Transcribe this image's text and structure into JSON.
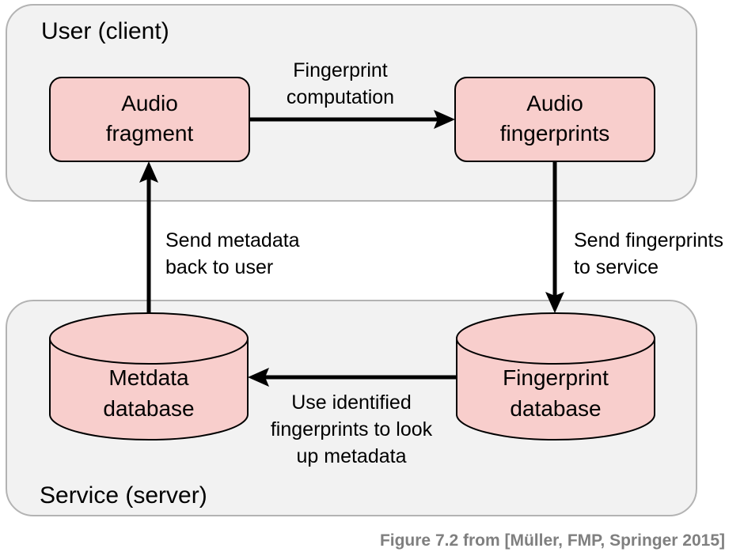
{
  "containers": {
    "client": {
      "label": "User (client)"
    },
    "server": {
      "label": "Service (server)"
    }
  },
  "nodes": {
    "audio_fragment": {
      "line1": "Audio",
      "line2": "fragment"
    },
    "audio_fingerprints": {
      "line1": "Audio",
      "line2": "fingerprints"
    },
    "metadata_db": {
      "line1": "Metdata",
      "line2": "database"
    },
    "fingerprint_db": {
      "line1": "Fingerprint",
      "line2": "database"
    }
  },
  "edges": {
    "compute": {
      "line1": "Fingerprint",
      "line2": "computation"
    },
    "send_fp": {
      "line1": "Send fingerprints",
      "line2": "to service"
    },
    "lookup": {
      "line1": "Use identified",
      "line2": "fingerprints to look",
      "line3": "up metadata"
    },
    "send_meta": {
      "line1": "Send metadata",
      "line2": "back to user"
    }
  },
  "caption": "Figure 7.2 from [Müller, FMP, Springer 2015]",
  "colors": {
    "container_fill": "#f2f2f2",
    "container_stroke": "#b3b3b3",
    "node_fill": "#f8cecc",
    "node_stroke": "#000000",
    "caption": "#7f7f7f"
  }
}
